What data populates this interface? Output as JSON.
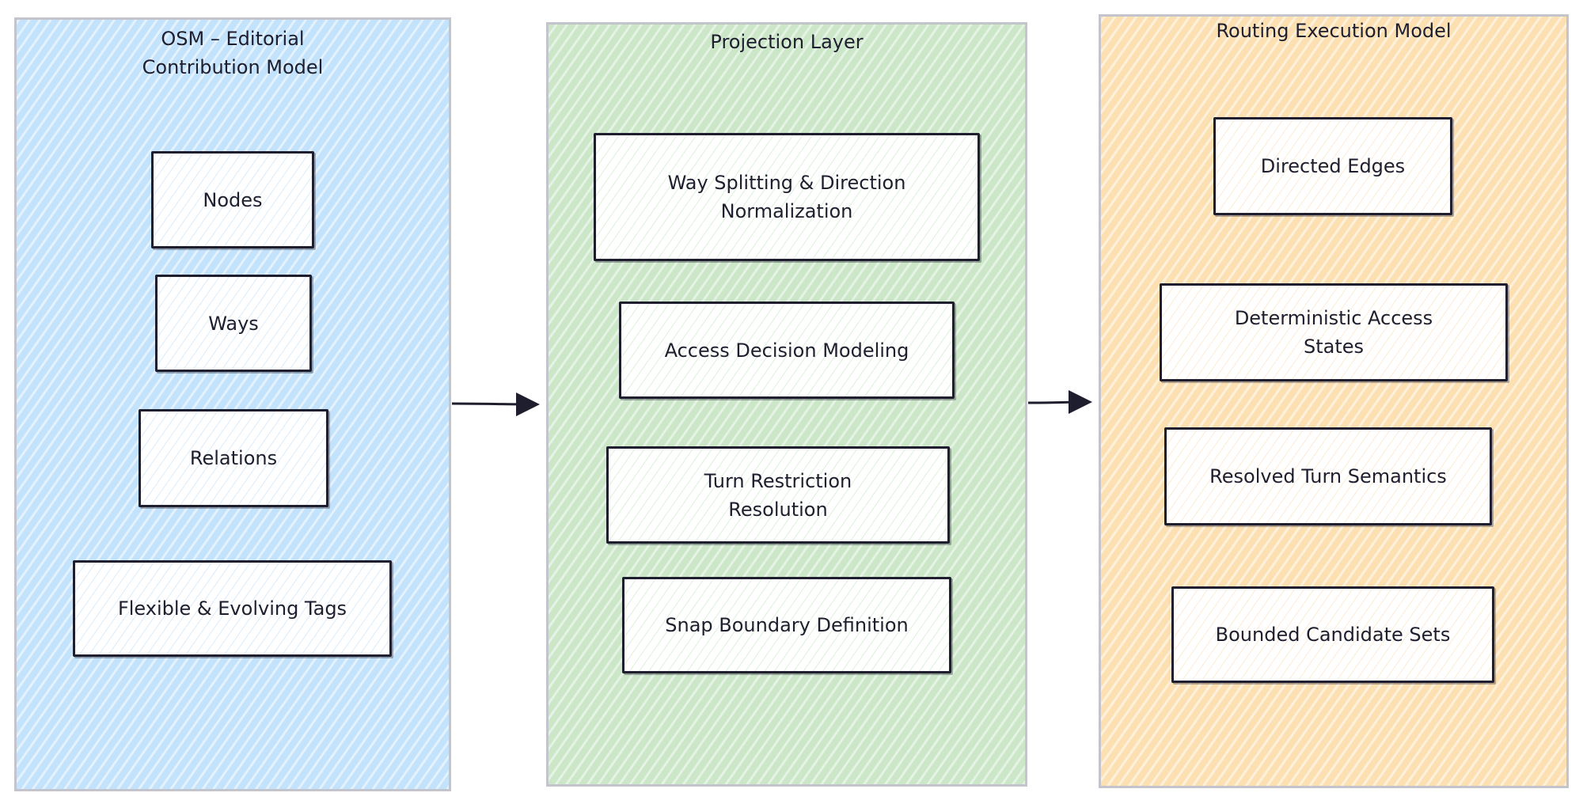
{
  "panels": {
    "osm": {
      "title": "OSM – Editorial\nContribution Model",
      "color": "#c3e2fb",
      "nodes": [
        "Nodes",
        "Ways",
        "Relations",
        "Flexible & Evolving Tags"
      ]
    },
    "projection": {
      "title": "Projection Layer",
      "color": "#cbe7c8",
      "nodes": [
        "Way Splitting & Direction\nNormalization",
        "Access Decision Modeling",
        "Turn Restriction\nResolution",
        "Snap Boundary Definition"
      ]
    },
    "routing": {
      "title": "Routing Execution Model",
      "color": "#fde0b2",
      "nodes": [
        "Directed Edges",
        "Deterministic Access\nStates",
        "Resolved Turn Semantics",
        "Bounded Candidate Sets"
      ]
    }
  },
  "arrows": [
    {
      "from": "osm",
      "to": "projection"
    },
    {
      "from": "projection",
      "to": "routing"
    }
  ],
  "colors": {
    "stroke": "#1e1e2e",
    "panel_border": "#c4c4cc"
  }
}
